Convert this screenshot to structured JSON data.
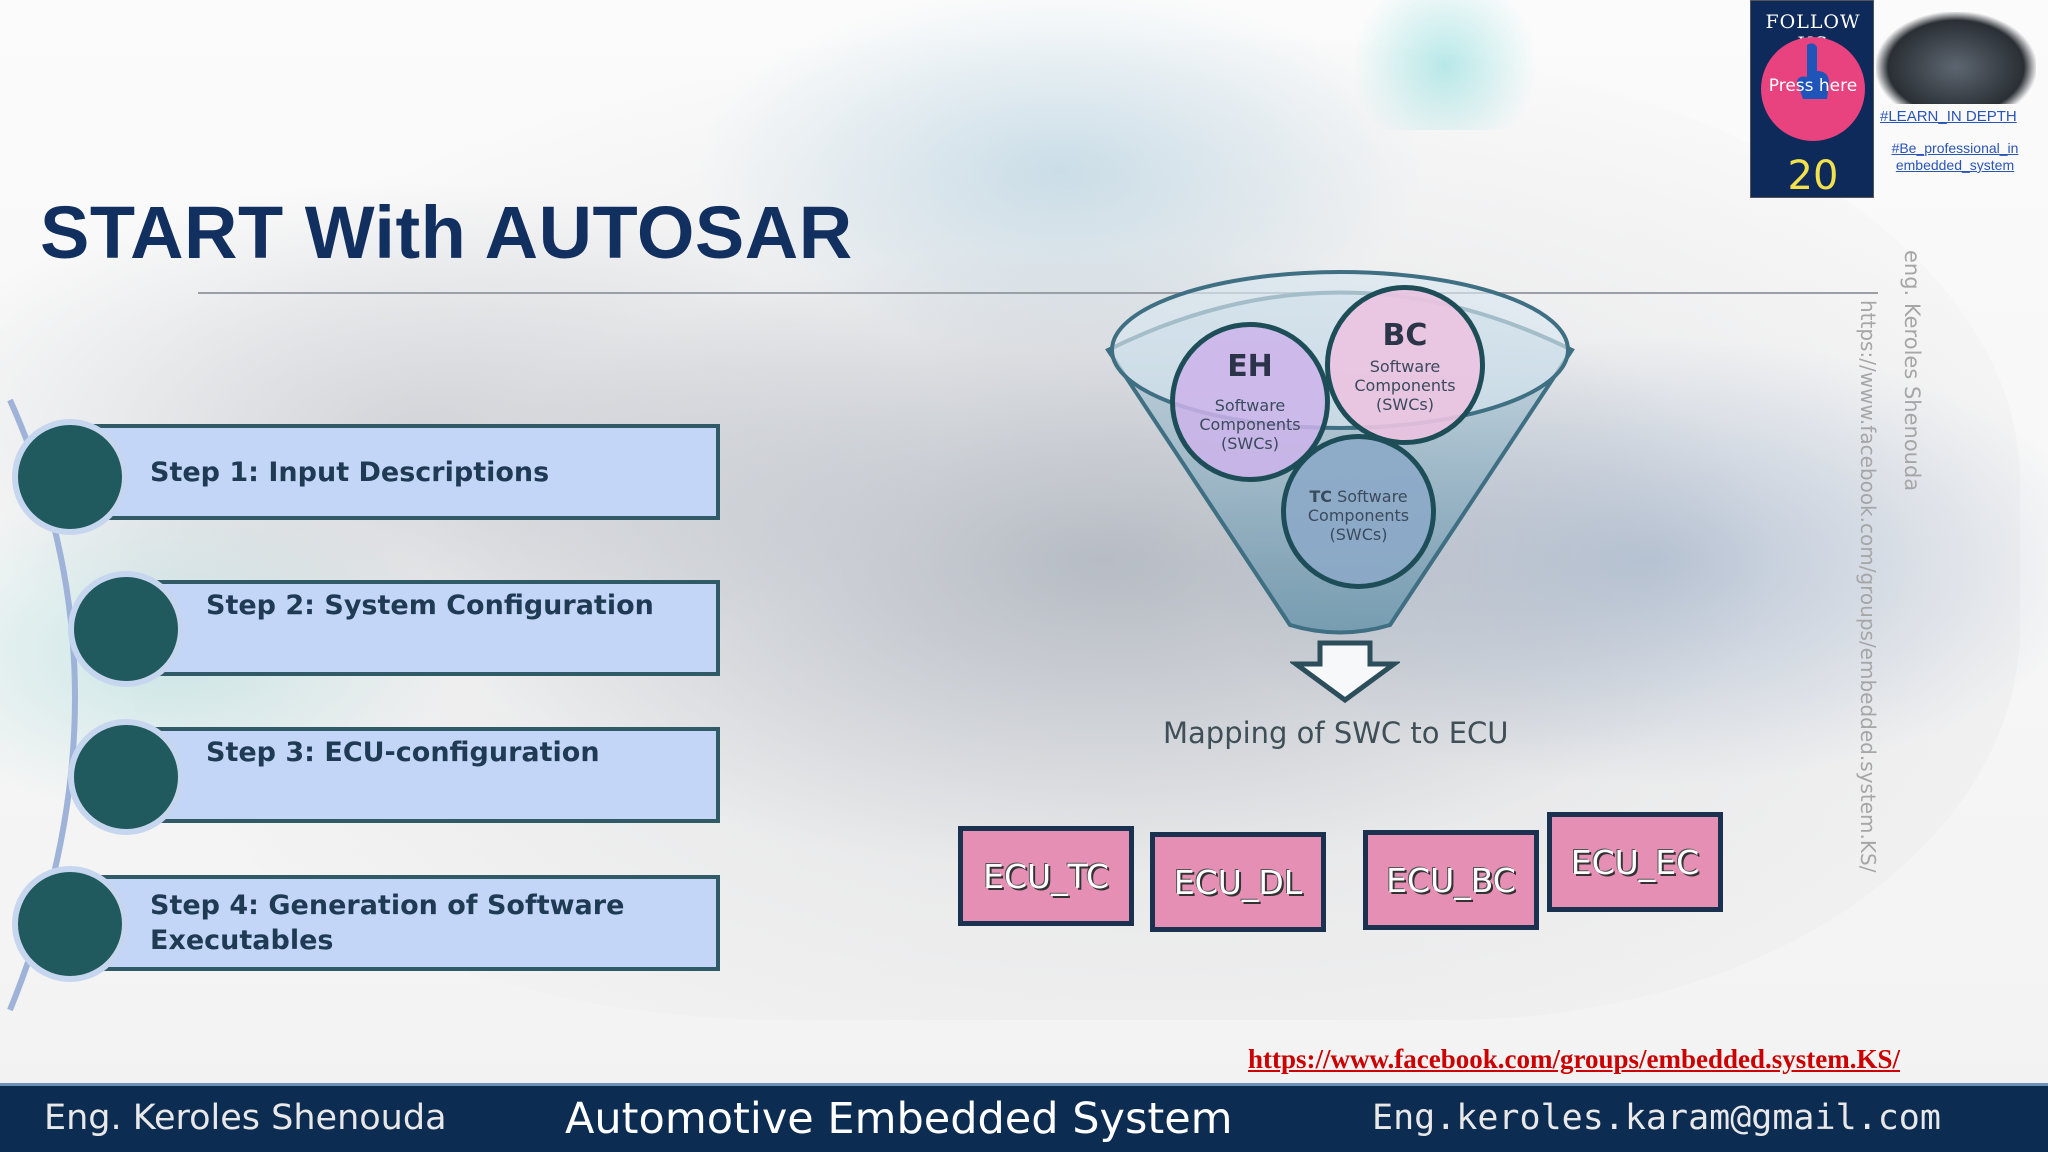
{
  "slide": {
    "title": "START With AUTOSAR"
  },
  "steps": [
    {
      "label": "Step 1: Input Descriptions"
    },
    {
      "label": "Step 2: System Configuration"
    },
    {
      "label": "Step 3: ECU-configuration"
    },
    {
      "label": "Step 4: Generation of Software Executables"
    }
  ],
  "funnel": {
    "eh": {
      "abbr": "EH",
      "desc": "Software Components (SWCs)"
    },
    "bc": {
      "abbr": "BC",
      "desc": "Software Components (SWCs)"
    },
    "tc": {
      "abbr": "TC",
      "desc": "Software Components (SWCs)"
    }
  },
  "mapping_label": "Mapping of SWC to ECU",
  "ecus": [
    "ECU_TC",
    "ECU_DL",
    "ECU_BC",
    "ECU_EC"
  ],
  "watermark": {
    "name": "eng. Keroles Shenouda",
    "url": "https://www.facebook.com/groups/embedded.system.KS/"
  },
  "follow": {
    "title": "FOLLOW US",
    "press": "Press here",
    "number": "20",
    "tag1": "#LEARN_IN DEPTH",
    "tag2": "#Be_professional_in embedded_system"
  },
  "fb_link": "https://www.facebook.com/groups/embedded.system.KS/",
  "footer": {
    "left": "Eng. Keroles Shenouda",
    "middle": "Automotive Embedded System",
    "right": "Eng.keroles.karam@gmail.com"
  },
  "colors": {
    "title": "#12305f",
    "step_bar": "#c4d6f7",
    "step_circle": "#205a5e",
    "ecu": "#e68fb5",
    "footer": "#0d2c52",
    "link": "#cc0000"
  }
}
